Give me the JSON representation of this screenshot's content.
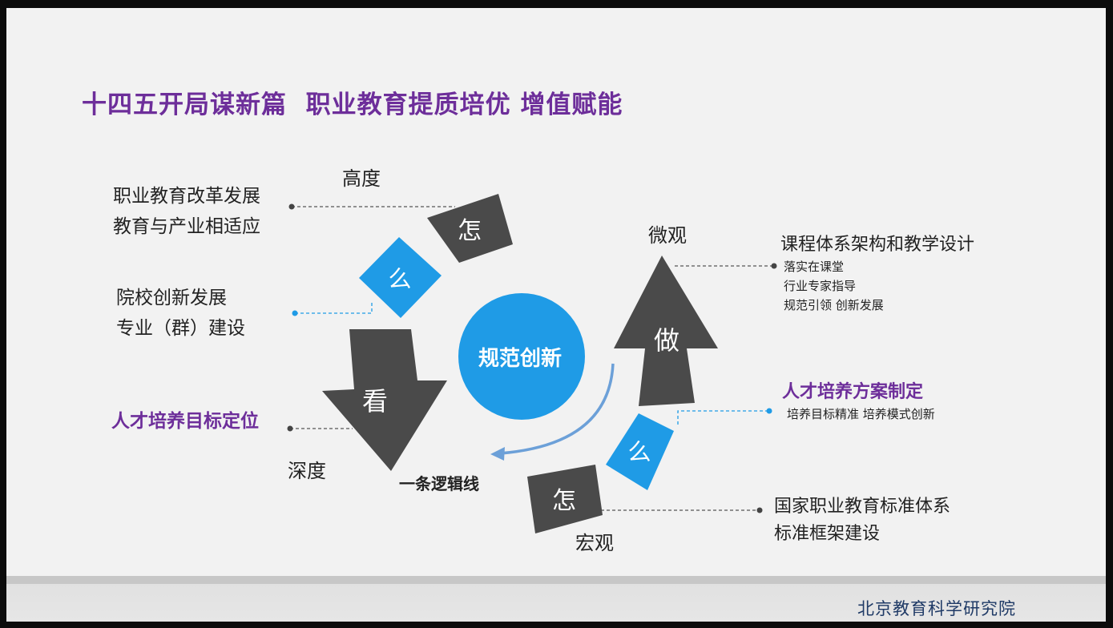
{
  "title": "十四五开局谋新篇  职业教育提质培优 增值赋能",
  "center_label": "规范创新",
  "logic_line_label": "一条逻辑线",
  "cycle_left": {
    "top_char": "怎",
    "mid_char": "么",
    "arrow_char": "看",
    "top_label": "高度",
    "bottom_label": "深度"
  },
  "cycle_right": {
    "bottom_char": "怎",
    "mid_char": "么",
    "arrow_char": "做",
    "top_label": "微观",
    "bottom_label": "宏观"
  },
  "left_notes": [
    {
      "lines": [
        "职业教育改革发展",
        "教育与产业相适应"
      ]
    },
    {
      "lines": [
        "院校创新发展",
        "专业（群）建设"
      ]
    },
    {
      "lines": [
        "人才培养目标定位"
      ]
    }
  ],
  "right_notes": {
    "top": {
      "heading": "课程体系架构和教学设计",
      "items": [
        "落实在课堂",
        "行业专家指导",
        "规范引领  创新发展"
      ]
    },
    "middle": {
      "heading": "人才培养方案制定",
      "items": [
        "培养目标精准  培养模式创新"
      ]
    },
    "bottom": {
      "lines": [
        "国家职业教育标准体系",
        "标准框架建设"
      ]
    }
  },
  "footer": "北京教育科学研究院",
  "colors": {
    "title": "#6d2e9a",
    "dark": "#4a4a4a",
    "blue": "#1f9be6",
    "footer_text": "#1f3a66"
  }
}
